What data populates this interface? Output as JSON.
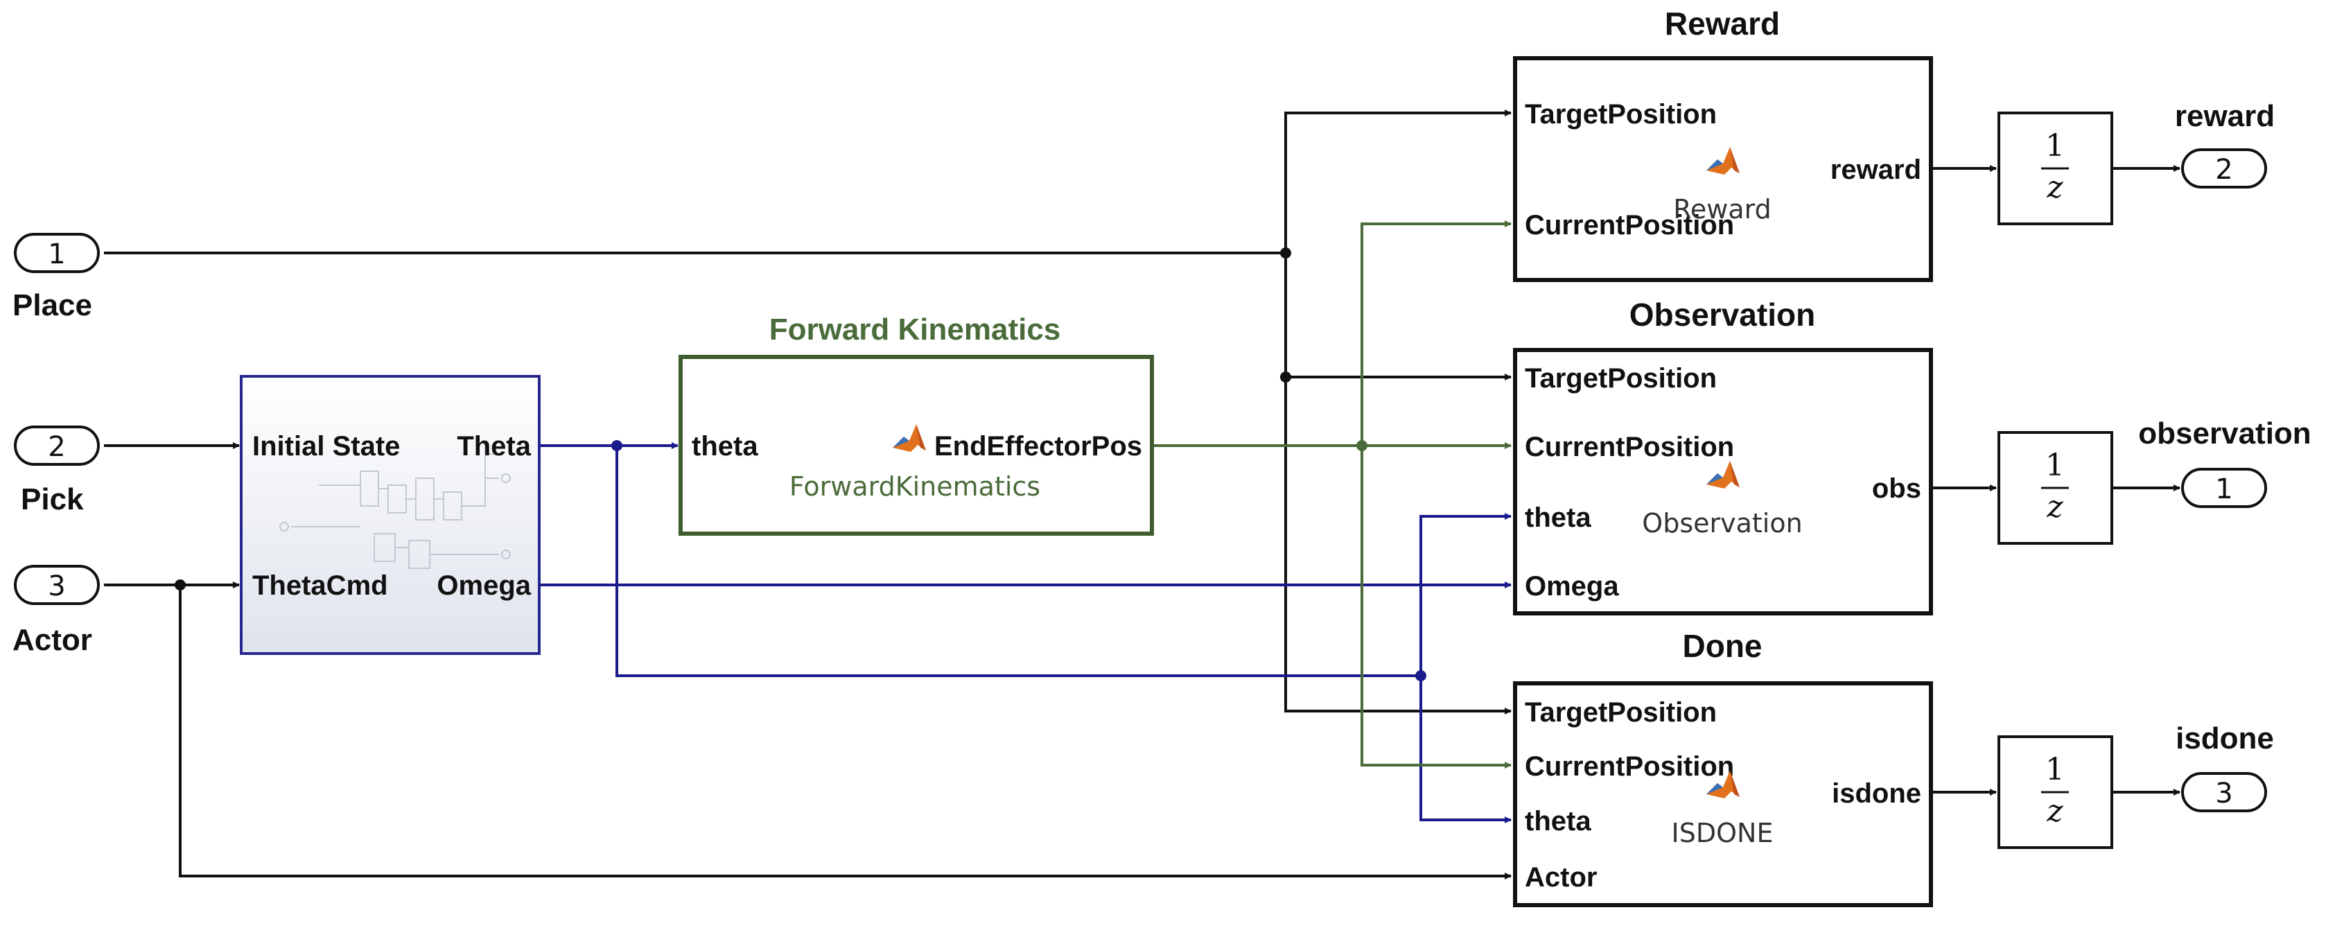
{
  "colors": {
    "black_line": "#111111",
    "blue_line": "#1a1a8c",
    "green_line": "#4a6b3a",
    "fk_border": "#3e5c2e",
    "fk_title": "#4a6b3a",
    "subsystem_border": "#27288f",
    "matlab_icon": "#e2711d"
  },
  "inports": [
    {
      "number": "1",
      "name": "Place"
    },
    {
      "number": "2",
      "name": "Pick"
    },
    {
      "number": "3",
      "name": "Actor"
    }
  ],
  "subsystem": {
    "input_ports": [
      "Initial State",
      "ThetaCmd"
    ],
    "output_ports": [
      "Theta",
      "Omega"
    ]
  },
  "forward_kinematics": {
    "title": "Forward Kinematics",
    "input_port": "theta",
    "output_port": "EndEffectorPos",
    "name": "ForwardKinematics",
    "icon": "matlab-function-icon"
  },
  "reward_block": {
    "title": "Reward",
    "inputs": [
      "TargetPosition",
      "CurrentPosition"
    ],
    "output": "reward",
    "name": "Reward",
    "icon": "matlab-function-icon"
  },
  "observation_block": {
    "title": "Observation",
    "inputs": [
      "TargetPosition",
      "CurrentPosition",
      "theta",
      "Omega"
    ],
    "output": "obs",
    "name": "Observation",
    "icon": "matlab-function-icon"
  },
  "done_block": {
    "title": "Done",
    "inputs": [
      "TargetPosition",
      "CurrentPosition",
      "theta",
      "Actor"
    ],
    "output": "isdone",
    "name": "ISDONE",
    "icon": "matlab-function-icon"
  },
  "delay": {
    "numerator": "1",
    "denominator": "z"
  },
  "outports": [
    {
      "number": "2",
      "name": "reward"
    },
    {
      "number": "1",
      "name": "observation"
    },
    {
      "number": "3",
      "name": "isdone"
    }
  ]
}
